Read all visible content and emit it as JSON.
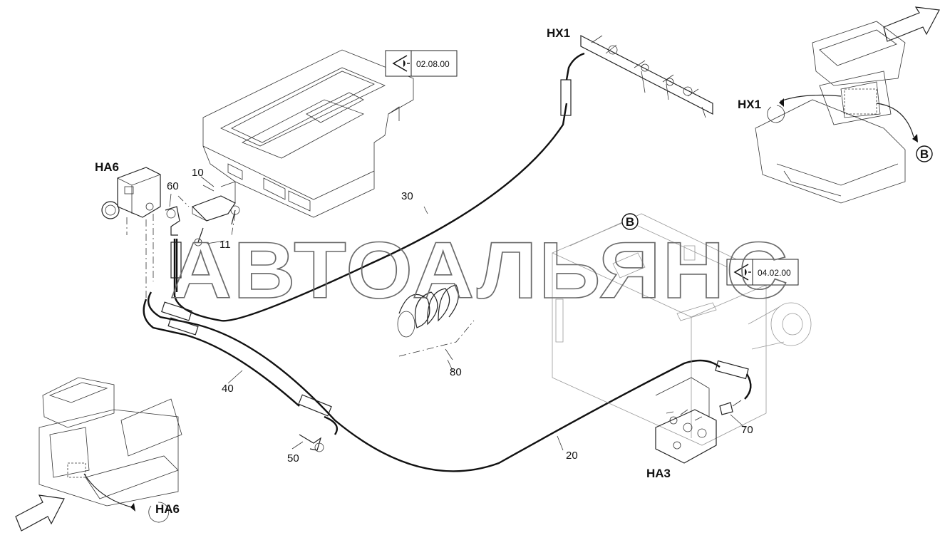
{
  "labels": {
    "hx1_top": "HX1",
    "hx1_inset": "HX1",
    "ha6_top": "HA6",
    "ha6_inset": "HA6",
    "ha3": "HA3",
    "b_top": "B",
    "b_main": "B",
    "p10": "10",
    "p11": "11",
    "p20": "20",
    "p30": "30",
    "p40": "40",
    "p50": "50",
    "p60": "60",
    "p70": "70",
    "p80": "80"
  },
  "refs": {
    "ref1": "02.08.00",
    "ref2": "04.02.00"
  },
  "watermark": "АВТОАЛЬЯНС",
  "icons": {
    "view_ref": "eye-view-icon",
    "direction": "arrow-icon",
    "rotate": "rotate-arrow-icon"
  },
  "colors": {
    "line": "#111111",
    "watermark": "#6a6a6a",
    "background": "#ffffff"
  }
}
